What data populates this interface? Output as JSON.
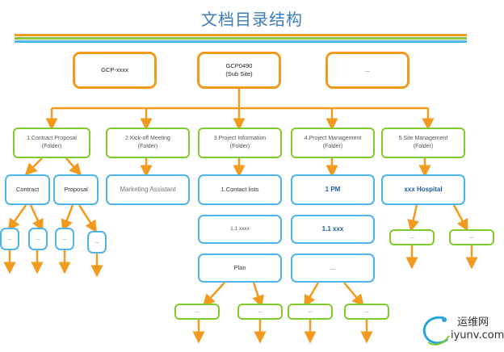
{
  "title": "文档目录结构",
  "colors": {
    "title": "#3b7dbf",
    "connector": "#f29a1e",
    "orange": "#f29a1e",
    "green": "#7ecb2a",
    "blue": "#4fb4e6",
    "stripe_orange": "#f29a1e",
    "stripe_green": "#8cc63f",
    "stripe_blue": "#4fb4e6"
  },
  "top": {
    "left": "GCP-xxxx",
    "center_line1": "GCP0490",
    "center_line2": "(Sub Site)",
    "right": "..."
  },
  "folders": [
    {
      "line1": "1.Contract Proposal",
      "line2": "(Folder)"
    },
    {
      "line1": "2.Kick-off Meeting",
      "line2": "(Folder)"
    },
    {
      "line1": "3.Project Information",
      "line2": "(Folder)"
    },
    {
      "line1": "4.Project Management",
      "line2": "(Folder)"
    },
    {
      "line1": "5.Site Management",
      "line2": "(Folder)"
    }
  ],
  "subs": {
    "contract": "Contract",
    "proposal": "Proposal",
    "marketing": "Marketing Assistant",
    "contact_lists": "1.Contact lists",
    "xxxx_11": "1.1 xxxx",
    "plan": "Plan",
    "pm": "1 PM",
    "pm_11": "1.1 xxx",
    "pm_dots": "...",
    "hospital": "xxx Hospital"
  },
  "ellipsis": "...",
  "logo": {
    "line1": "运维网",
    "line2": "iyunv.com"
  }
}
